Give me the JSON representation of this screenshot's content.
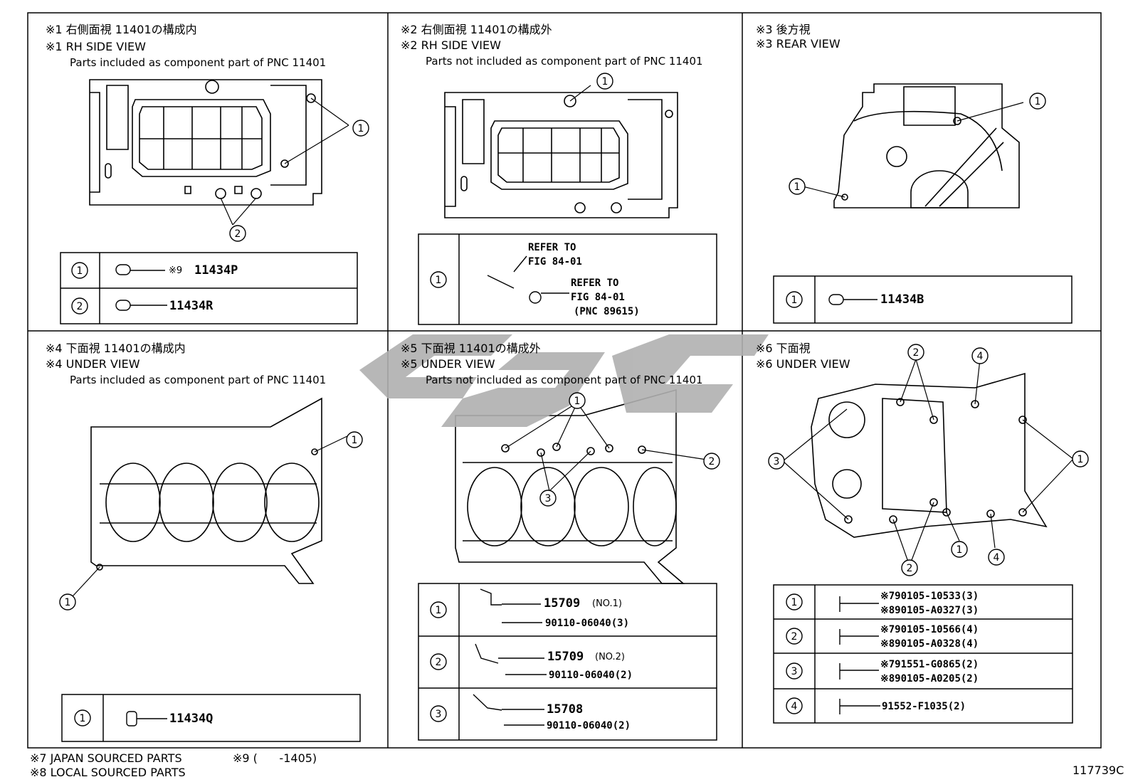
{
  "panels": {
    "p1": {
      "title_jp": "※1 右側面視 11401の構成内",
      "title_en": "※1 RH SIDE VIEW",
      "subtitle": "Parts included as component part of PNC 11401",
      "callouts": [
        "1",
        "2"
      ],
      "table": [
        {
          "key": "1",
          "part": "11434P",
          "note": "※9"
        },
        {
          "key": "2",
          "part": "11434R"
        }
      ]
    },
    "p2": {
      "title_jp": "※2 右側面視 11401の構成外",
      "title_en": "※2 RH SIDE VIEW",
      "subtitle": "Parts not included as component part of PNC 11401",
      "callouts": [
        "1"
      ],
      "table": {
        "key": "1",
        "ref1_a": "REFER TO",
        "ref1_b": "FIG 84-01",
        "ref2_a": "REFER TO",
        "ref2_b": "FIG 84-01",
        "ref2_c": "(PNC 89615)"
      }
    },
    "p3": {
      "title_jp": "※3 後方視",
      "title_en": "※3 REAR VIEW",
      "callouts": [
        "1",
        "1"
      ],
      "table": [
        {
          "key": "1",
          "part": "11434B"
        }
      ]
    },
    "p4": {
      "title_jp": "※4 下面視 11401の構成内",
      "title_en": "※4 UNDER VIEW",
      "subtitle": "Parts included as component part of PNC 11401",
      "callouts": [
        "1",
        "1"
      ],
      "table": [
        {
          "key": "1",
          "part": "11434Q"
        }
      ]
    },
    "p5": {
      "title_jp": "※5 下面視 11401の構成外",
      "title_en": "※5 UNDER VIEW",
      "subtitle": "Parts not included as component part of PNC 11401",
      "callouts": [
        "1",
        "2",
        "3"
      ],
      "table": [
        {
          "key": "1",
          "part": "15709",
          "part_note": "(NO.1)",
          "bolt": "90110-06040(3)"
        },
        {
          "key": "2",
          "part": "15709",
          "part_note": "(NO.2)",
          "bolt": "90110-06040"
        },
        {
          "key": "3",
          "part": "15708",
          "bolt": "90110-06040(2)"
        }
      ]
    },
    "p6": {
      "title_jp": "※6 下面視",
      "title_en": "※6 UNDER VIEW",
      "callouts": [
        "1",
        "1",
        "2",
        "2",
        "3",
        "4",
        "4"
      ],
      "table": [
        {
          "key": "1",
          "line1": "※790105-10533(3)",
          "line2": "※890105-A0327(3)"
        },
        {
          "key": "2",
          "line1": "※790105-10566(4)",
          "line2": "※890105-A0328(4)"
        },
        {
          "key": "3",
          "line1": "※791551-G0865(2)",
          "line2": "※890105-A0205(2)"
        },
        {
          "key": "4",
          "line1": "91552-F1035(2)"
        }
      ]
    }
  },
  "footer": {
    "note7": "※7 JAPAN SOURCED PARTS",
    "note8": "※8 LOCAL SOURCED PARTS",
    "note9": "※9 (      -1405)",
    "fig_id": "117739C"
  },
  "watermark": {
    "color": "#b0b0b0"
  }
}
